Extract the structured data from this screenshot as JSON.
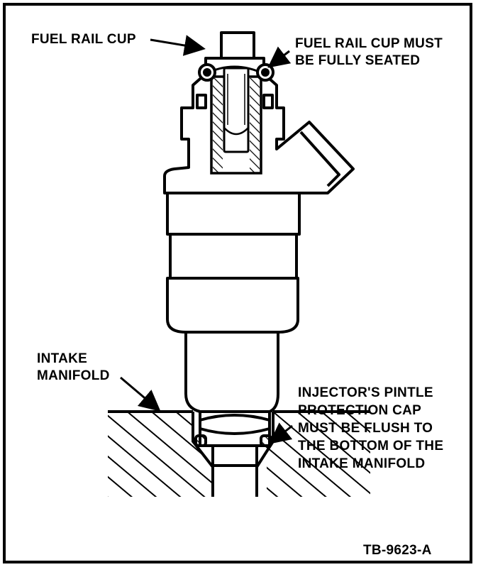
{
  "labels": {
    "fuel_rail_cup": "FUEL RAIL CUP",
    "cup_seated_line1": "FUEL RAIL CUP MUST",
    "cup_seated_line2": "BE FULLY SEATED",
    "intake_line1": "INTAKE",
    "intake_line2": "MANIFOLD",
    "pintle_line1": "INJECTOR'S PINTLE",
    "pintle_line2": "PROTECTION CAP",
    "pintle_line3": "MUST BE FLUSH TO",
    "pintle_line4": "THE BOTTOM OF THE",
    "pintle_line5": "INTAKE MANIFOLD"
  },
  "figure_code": "TB-9623-A"
}
